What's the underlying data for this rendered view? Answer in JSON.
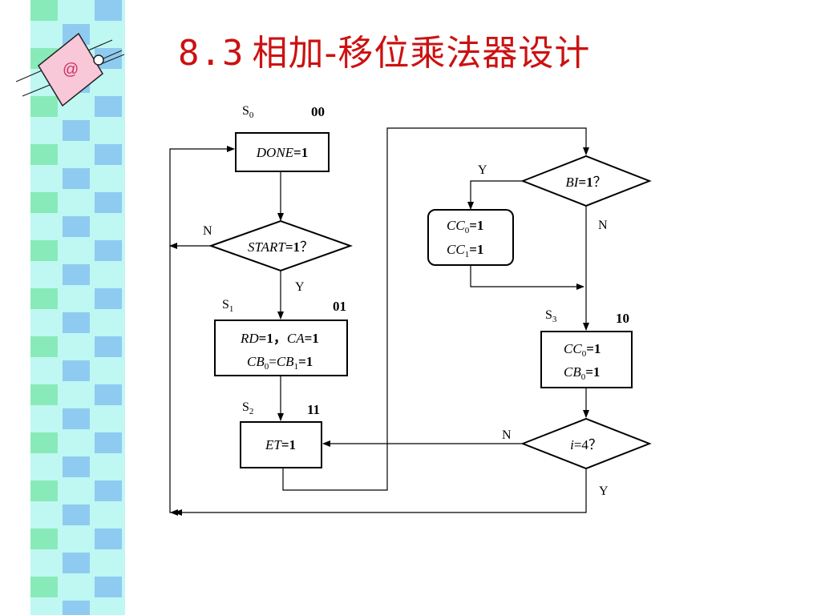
{
  "title": {
    "number": "8.3",
    "text": "相加-移位乘法器设计"
  },
  "logo": {
    "symbol": "@"
  },
  "colors": {
    "title": "#cc1111",
    "logo_fill": "#f8c8d8",
    "strip_cyan": "#bff7f2",
    "strip_green": "#5ce08a",
    "strip_blue": "#68a8f0"
  },
  "flowchart": {
    "s0": {
      "state": "S",
      "sub": "0",
      "code": "00",
      "action": {
        "var": "DONE",
        "eq": "=1"
      }
    },
    "start_decision": {
      "var": "START",
      "eq": "=1",
      "q": "？",
      "no": "N",
      "yes": "Y"
    },
    "s1": {
      "state": "S",
      "sub": "1",
      "code": "01",
      "line1": {
        "a": "RD",
        "a_eq": "=1，",
        "b": "CA",
        "b_eq": "=1"
      },
      "line2": {
        "a": "CB",
        "a_sub": "0",
        "eq1": "=",
        "b": "CB",
        "b_sub": "1",
        "eq2": "=1"
      }
    },
    "s2": {
      "state": "S",
      "sub": "2",
      "code": "11",
      "action": {
        "var": "ET",
        "eq": "=1"
      }
    },
    "bi_decision": {
      "var": "BI",
      "eq": "=1",
      "q": "？",
      "yes": "Y",
      "no": "N"
    },
    "cc_box": {
      "line1": {
        "var": "CC",
        "sub": "0",
        "eq": "=1"
      },
      "line2": {
        "var": "CC",
        "sub": "1",
        "eq": "=1"
      }
    },
    "s3": {
      "state": "S",
      "sub": "3",
      "code": "10",
      "line1": {
        "var": "CC",
        "sub": "0",
        "eq": "=1"
      },
      "line2": {
        "var": "CB",
        "sub": "0",
        "eq": "=1"
      }
    },
    "i_decision": {
      "var": "i",
      "eq": "=4",
      "q": "？",
      "no": "N",
      "yes": "Y"
    }
  }
}
